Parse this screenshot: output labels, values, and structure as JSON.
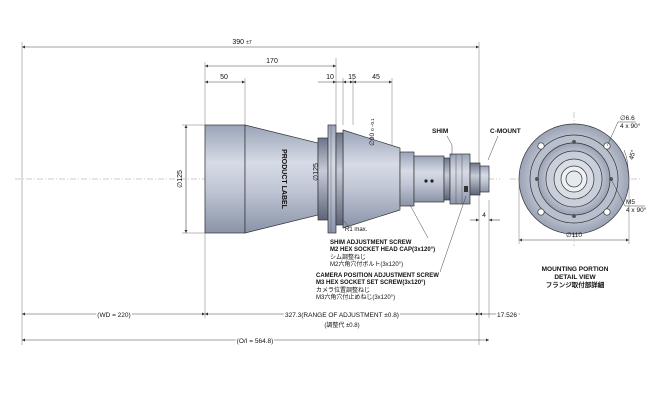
{
  "dimensions": {
    "overall_length": "390",
    "overall_length_tol": "±7",
    "d170": "170",
    "d50": "50",
    "d10": "10",
    "d15": "15",
    "d45": "45",
    "dia125_front": "∅125",
    "dia125_flange": "∅125",
    "dia90": "∅90",
    "dia90_tol": "0 −0.1",
    "r1": "R1 max.",
    "d4": "4",
    "wd": "(WD = 220)",
    "range": "327.3(RANGE OF ADJUSTMENT  ±0.8)",
    "range_jp": "(調整代  ±0.8)",
    "d17526": "17.526",
    "oi": "(O/I = 564.8)"
  },
  "labels": {
    "product_label": "PRODUCT LABEL",
    "shim": "SHIM",
    "cmount": "C-MOUNT",
    "shim_screw_1": "SHIM ADJUSTMENT SCREW",
    "shim_screw_2": "M2 HEX SOCKET HEAD CAP(3x120°)",
    "shim_screw_jp1": "シム調整ねじ",
    "shim_screw_jp2": "M2六角穴付ボルト(3x120°)",
    "cam_screw_1": "CAMERA POSITION ADJUSTMENT SCREW",
    "cam_screw_2": "M3 HEX SOCKET SET SCREW(3x120°)",
    "cam_screw_jp1": "カメラ位置調整ねじ",
    "cam_screw_jp2": "M3六角穴付止めねじ(3x120°)"
  },
  "detail": {
    "dia66": "∅6.6",
    "holes": "4 x 90°",
    "angle": "45°",
    "m5": "M5",
    "m5_holes": "4 x 90°",
    "dia110": "∅110",
    "title1": "MOUNTING PORTION",
    "title2": "DETAIL VIEW",
    "title_jp": "フランジ取付部詳細"
  }
}
